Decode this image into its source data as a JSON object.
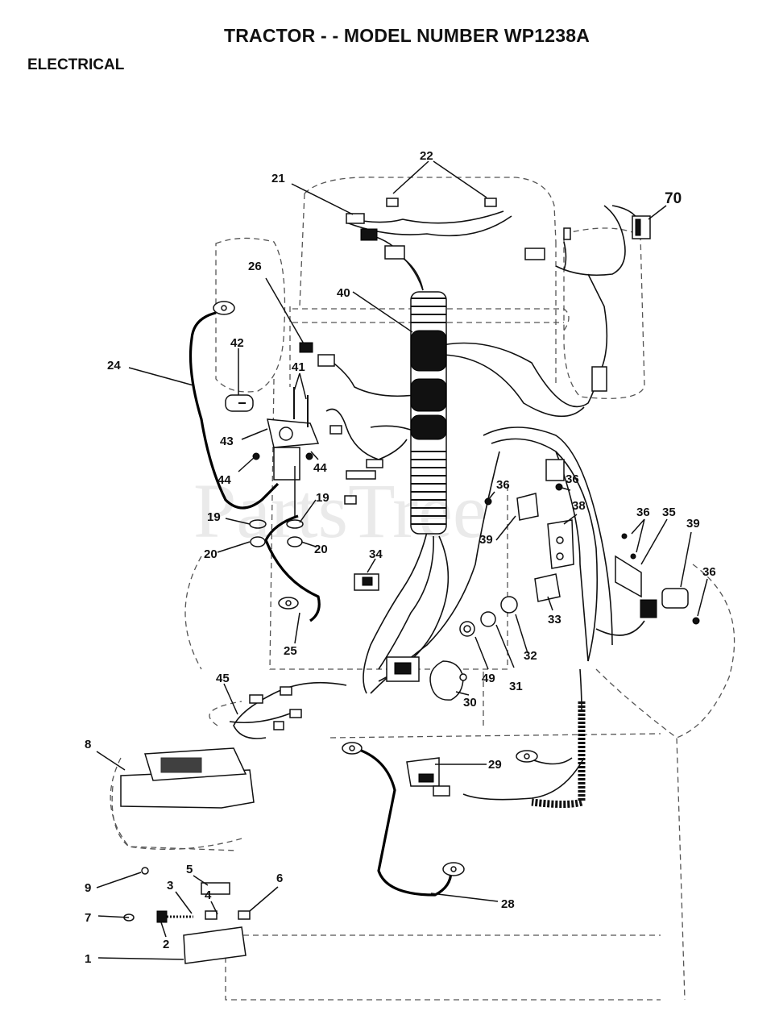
{
  "header": {
    "title": "TRACTOR - - MODEL NUMBER WP1238A",
    "section": "ELECTRICAL"
  },
  "watermark": "PartsTree",
  "callouts": {
    "c1": "1",
    "c2": "2",
    "c3": "3",
    "c4": "4",
    "c5": "5",
    "c6": "6",
    "c7": "7",
    "c8": "8",
    "c9": "9",
    "c19a": "19",
    "c19b": "19",
    "c20a": "20",
    "c20b": "20",
    "c21": "21",
    "c22": "22",
    "c24": "24",
    "c25": "25",
    "c26": "26",
    "c28": "28",
    "c29": "29",
    "c30": "30",
    "c31": "31",
    "c32": "32",
    "c33": "33",
    "c34": "34",
    "c35": "35",
    "c36a": "36",
    "c36b": "36",
    "c36c": "36",
    "c36d": "36",
    "c38": "38",
    "c39a": "39",
    "c39b": "39",
    "c40": "40",
    "c41": "41",
    "c42": "42",
    "c43": "43",
    "c44a": "44",
    "c44b": "44",
    "c45": "45",
    "c49": "49",
    "c70": "70"
  }
}
